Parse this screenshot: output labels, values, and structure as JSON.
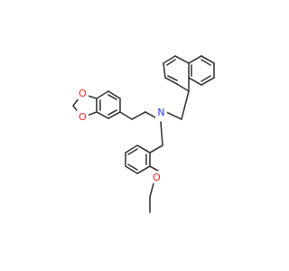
{
  "molecule": {
    "atoms": {
      "N": {
        "symbol": "N",
        "color": "#1f3aff"
      },
      "O1": {
        "symbol": "O",
        "color": "#ff2020"
      },
      "O2": {
        "symbol": "O",
        "color": "#ff2020"
      },
      "O3": {
        "symbol": "O",
        "color": "#ff2020"
      }
    },
    "bond_color": "#3a3a3a",
    "background": "#ffffff"
  }
}
